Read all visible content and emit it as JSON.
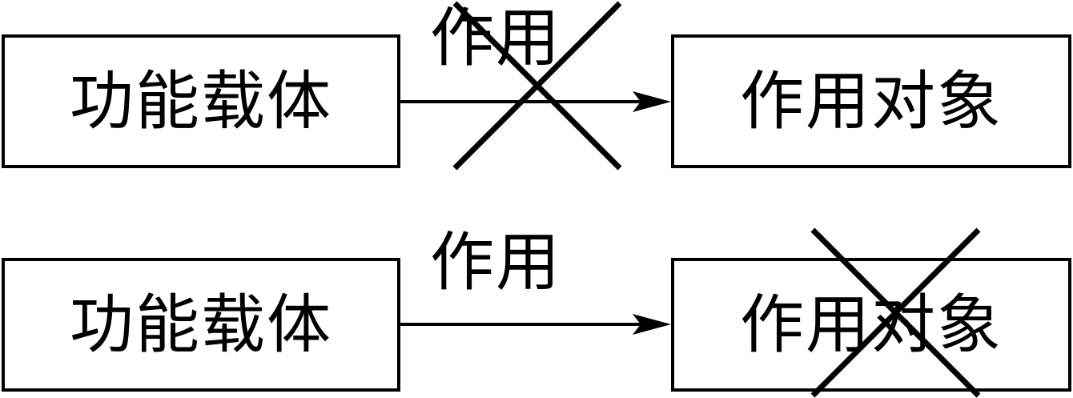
{
  "diagrams": [
    {
      "carrier": {
        "label": "功能载体"
      },
      "action": {
        "label": "作用",
        "crossed_out": true
      },
      "target": {
        "label": "作用对象",
        "crossed_out": false
      }
    },
    {
      "carrier": {
        "label": "功能载体"
      },
      "action": {
        "label": "作用",
        "crossed_out": false
      },
      "target": {
        "label": "作用对象",
        "crossed_out": true
      }
    }
  ],
  "colors": {
    "stroke": "#000000",
    "background": "#ffffff"
  }
}
